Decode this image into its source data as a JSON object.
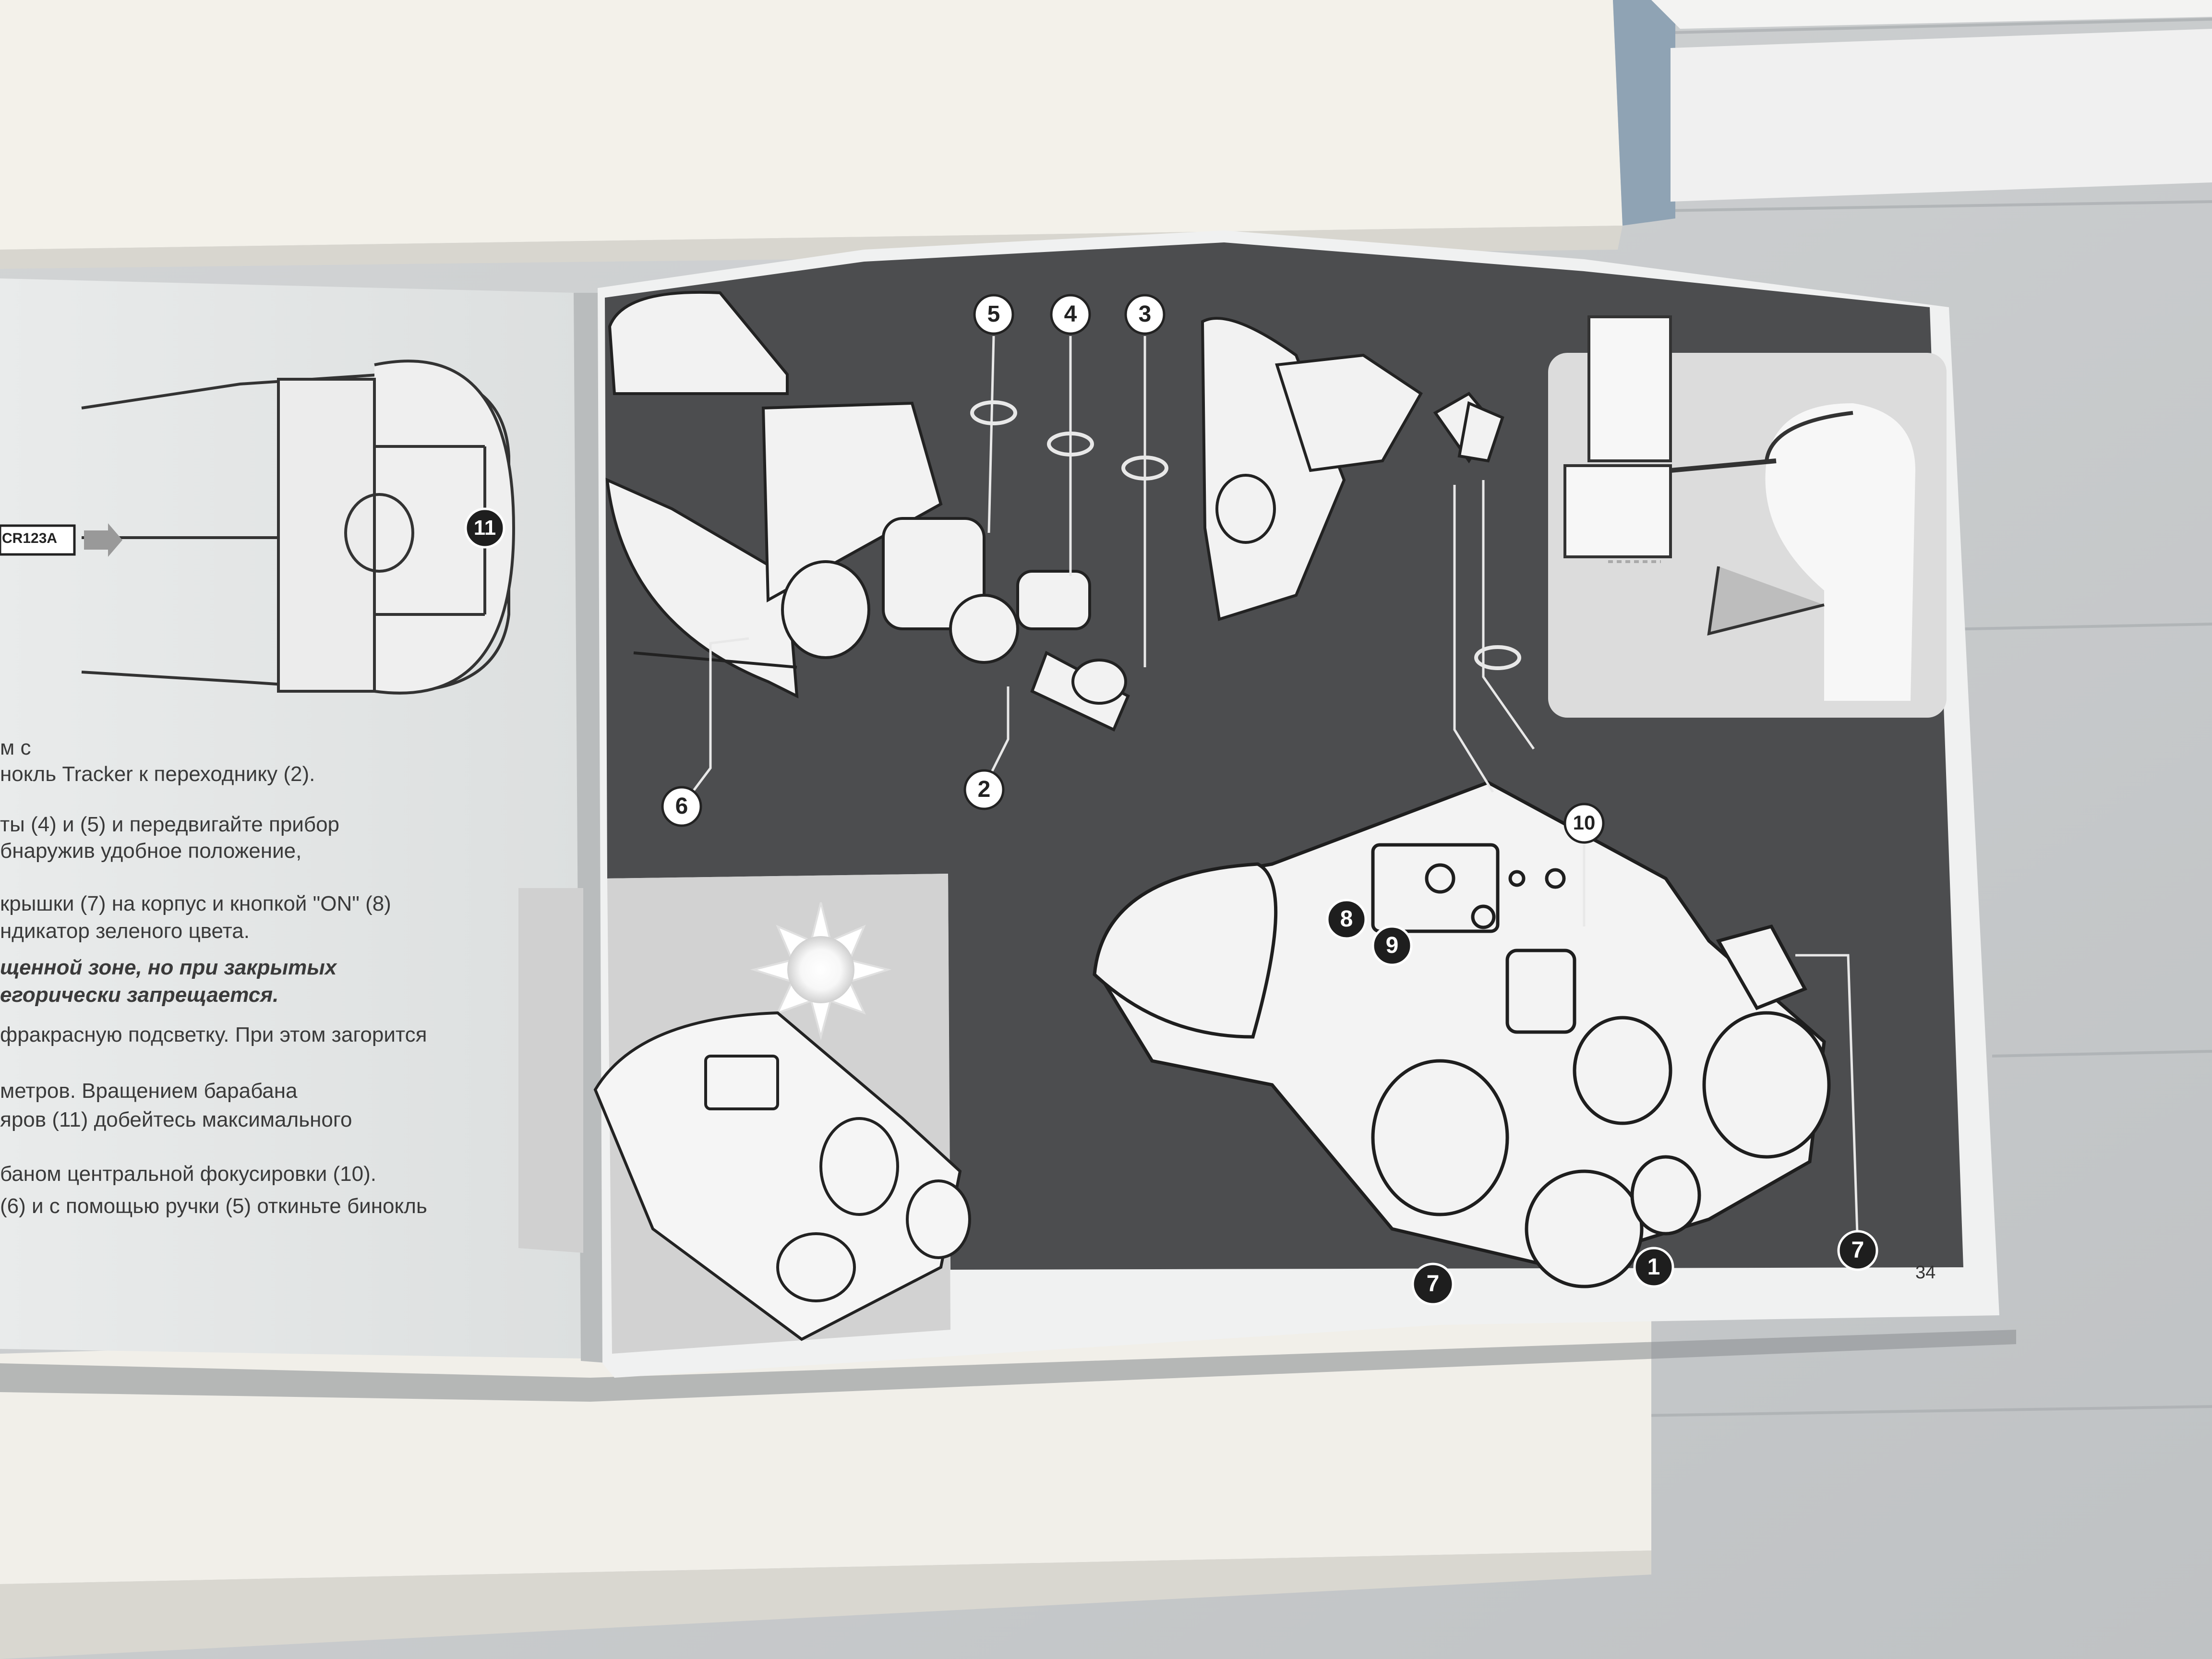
{
  "left_page": {
    "battery_label": "CR123A",
    "callout": "11",
    "lines": [
      "м с",
      "нокль Tracker к переходнику (2).",
      "ты (4) и (5) и передвигайте прибор",
      "бнаружив удобное положение,",
      "крышки (7) на корпус и кнопкой \"ON\" (8)",
      "ндикатор зеленого цвета.",
      "щенной зоне, но при закрытых",
      "егорически запрещается.",
      "фракрасную подсветку. При этом загорится",
      "метров. Вращением барабана",
      "яров (11)  добейтесь максимального",
      "баном центральной фокусировки (10).",
      "(6) и с помощью ручки (5) откиньте бинокль"
    ]
  },
  "right_page": {
    "page_number": "34",
    "callouts": {
      "c1": "1",
      "c2": "2",
      "c3": "3",
      "c4": "4",
      "c5": "5",
      "c6": "6",
      "c7a": "7",
      "c7b": "7",
      "c8": "8",
      "c9": "9",
      "c10": "10"
    }
  },
  "colors": {
    "wall": "#c9ccce",
    "page": "#eef0f0",
    "dark_panel": "#4a4b4d",
    "inset_light": "#cfcfcf",
    "line_art": "#f2f2f2"
  }
}
